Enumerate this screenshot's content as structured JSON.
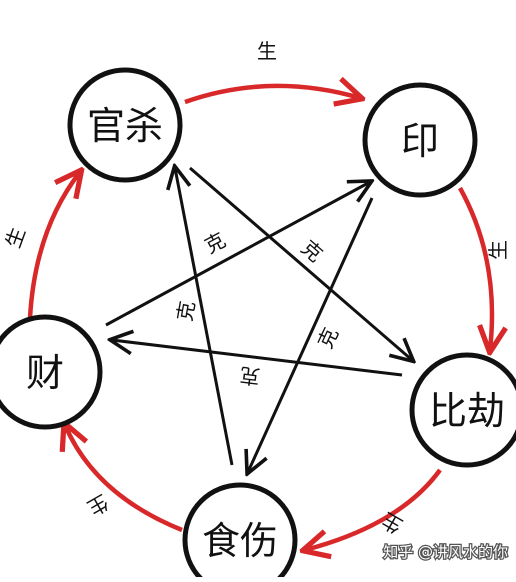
{
  "diagram": {
    "colors": {
      "generate": "#d8282a",
      "control": "#111111",
      "node_stroke": "#111111",
      "node_fill": "#ffffff"
    },
    "nodes": {
      "guansha": "官杀",
      "yin": "印",
      "bijie": "比劫",
      "shishang": "食伤",
      "cai": "财"
    },
    "generate_cycle": [
      {
        "from": "guansha",
        "to": "yin",
        "label": "生"
      },
      {
        "from": "yin",
        "to": "bijie",
        "label": "生"
      },
      {
        "from": "bijie",
        "to": "shishang",
        "label": "生"
      },
      {
        "from": "shishang",
        "to": "cai",
        "label": "生"
      },
      {
        "from": "cai",
        "to": "guansha",
        "label": "生"
      }
    ],
    "control_cycle": [
      {
        "from": "guansha",
        "to": "bijie",
        "label": "克"
      },
      {
        "from": "bijie",
        "to": "cai",
        "label": "克"
      },
      {
        "from": "cai",
        "to": "yin",
        "label": "克"
      },
      {
        "from": "yin",
        "to": "shishang",
        "label": "克"
      },
      {
        "from": "shishang",
        "to": "guansha",
        "label": "克"
      }
    ]
  },
  "watermark": {
    "text": "知乎 @讲风水的你"
  }
}
